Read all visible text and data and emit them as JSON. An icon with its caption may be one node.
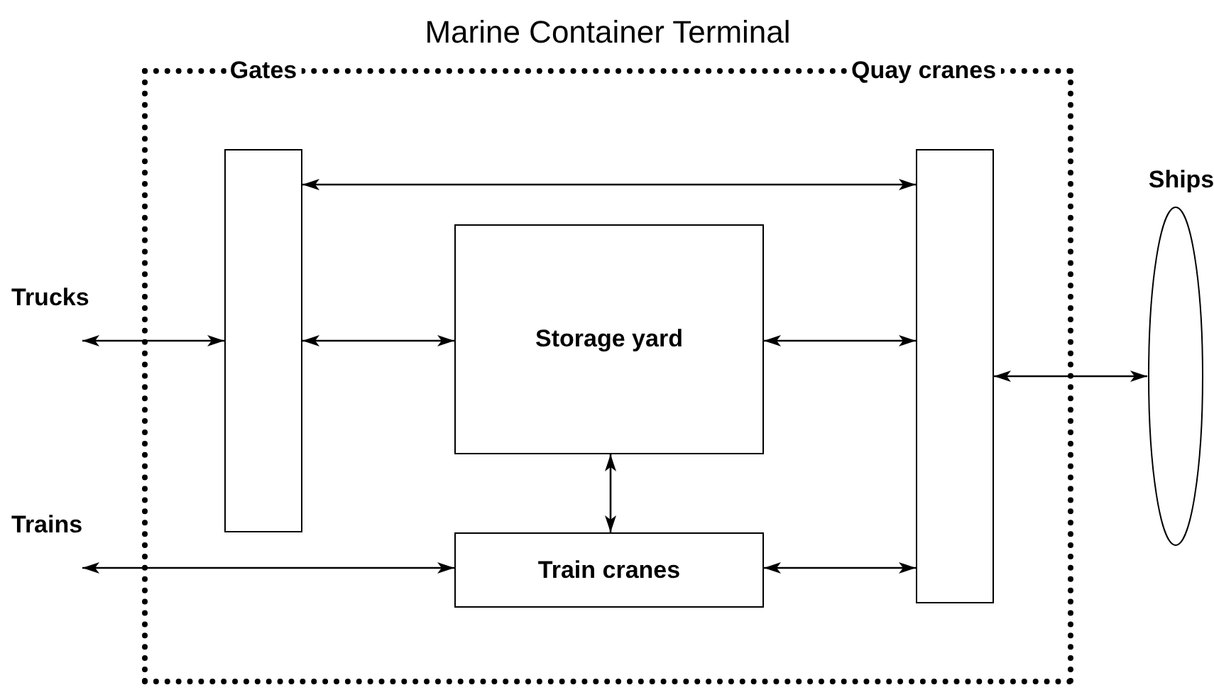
{
  "diagram": {
    "nodes": [
      {
        "text": [
          "Marine Container Terminal"
        ]
      },
      {
        "text": [
          "Gates"
        ],
        "in": 0
      },
      {
        "text": [
          "Quay cranes"
        ],
        "in": 0
      },
      {
        "text": [
          "Trucks"
        ]
      },
      {
        "text": [
          "Storage yard"
        ],
        "in": 0
      },
      {
        "text": [
          "Ships"
        ]
      },
      {
        "text": [
          "Trains"
        ]
      },
      {
        "text": [
          "Train cranes"
        ],
        "in": 0
      }
    ],
    "edges": [
      {
        "from": 1,
        "to": 2,
        "arrow": "both"
      },
      {
        "from": 3,
        "to": 1,
        "arrow": "both"
      },
      {
        "from": 1,
        "to": 4,
        "arrow": "both"
      },
      {
        "from": 4,
        "to": 2,
        "arrow": "both"
      },
      {
        "from": 2,
        "to": 5,
        "arrow": "both"
      },
      {
        "from": 4,
        "to": 7,
        "arrow": "both"
      },
      {
        "from": 6,
        "to": 7,
        "arrow": "both"
      },
      {
        "from": 7,
        "to": 2,
        "arrow": "both"
      }
    ]
  }
}
